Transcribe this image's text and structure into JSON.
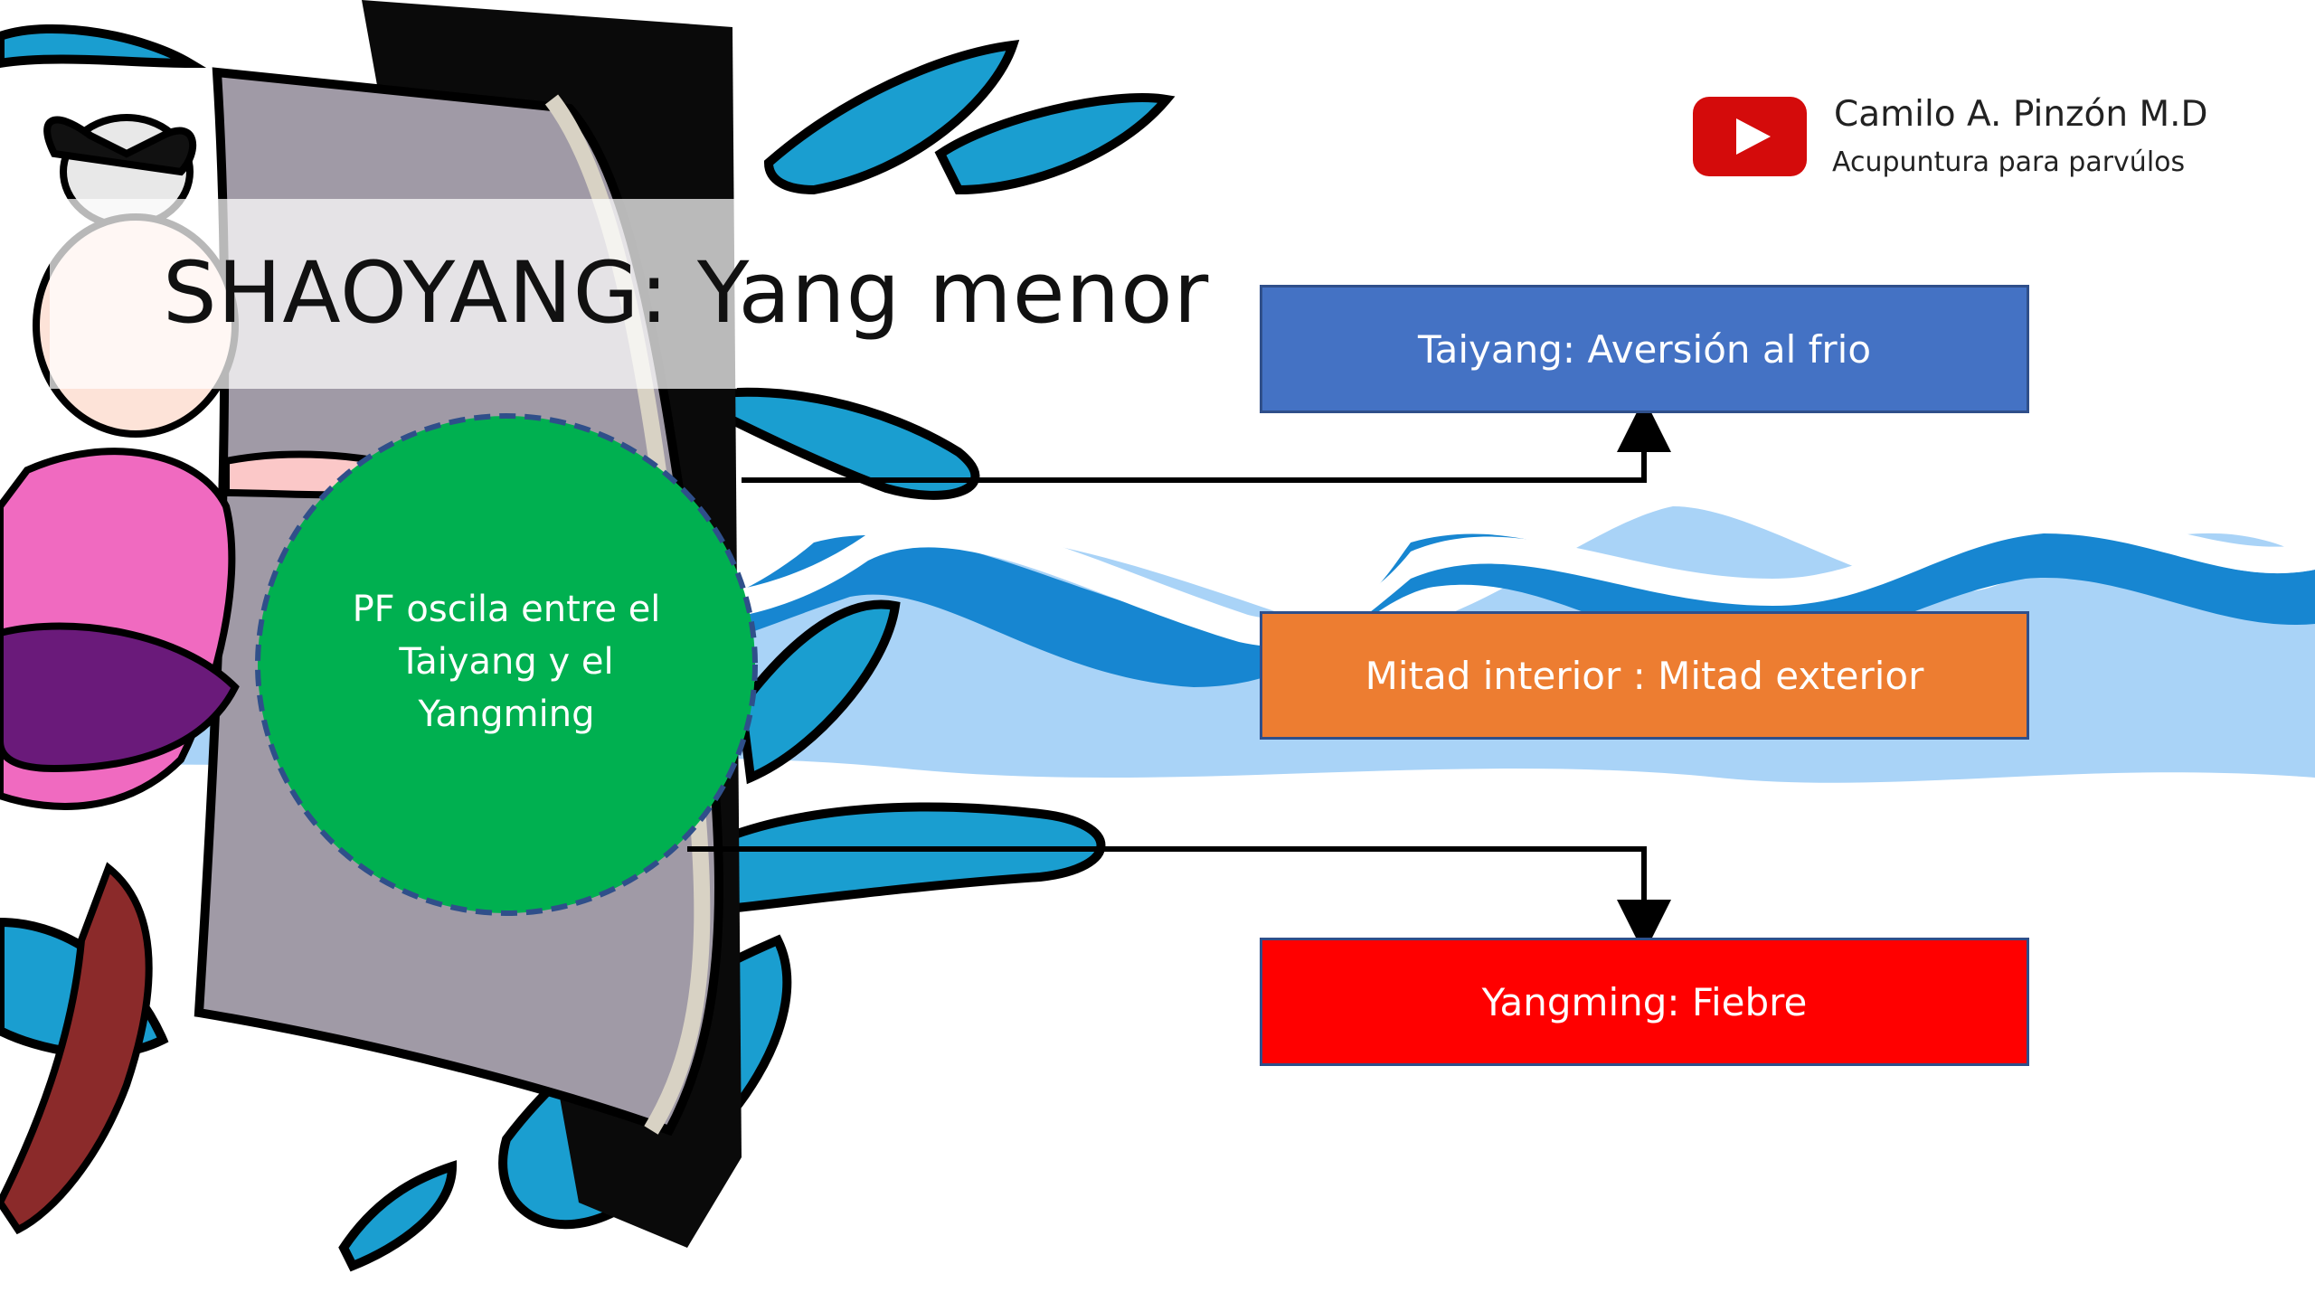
{
  "title": "SHAOYANG: Yang menor",
  "channel": {
    "name": "Camilo A. Pinzón M.D",
    "subtitle": "Acupuntura para parvúlos",
    "logo_icon": "youtube-play-icon"
  },
  "diagram": {
    "center_node": "PF oscila entre el Taiyang y el Yangming",
    "boxes": [
      {
        "id": "taiyang",
        "label": "Taiyang: Aversión al frio",
        "color": "#4472c4"
      },
      {
        "id": "mitad",
        "label": "Mitad interior : Mitad exterior",
        "color": "#ed7d31"
      },
      {
        "id": "yangming",
        "label": "Yangming: Fiebre",
        "color": "#ff0000"
      }
    ],
    "center_color": "#00b050"
  }
}
